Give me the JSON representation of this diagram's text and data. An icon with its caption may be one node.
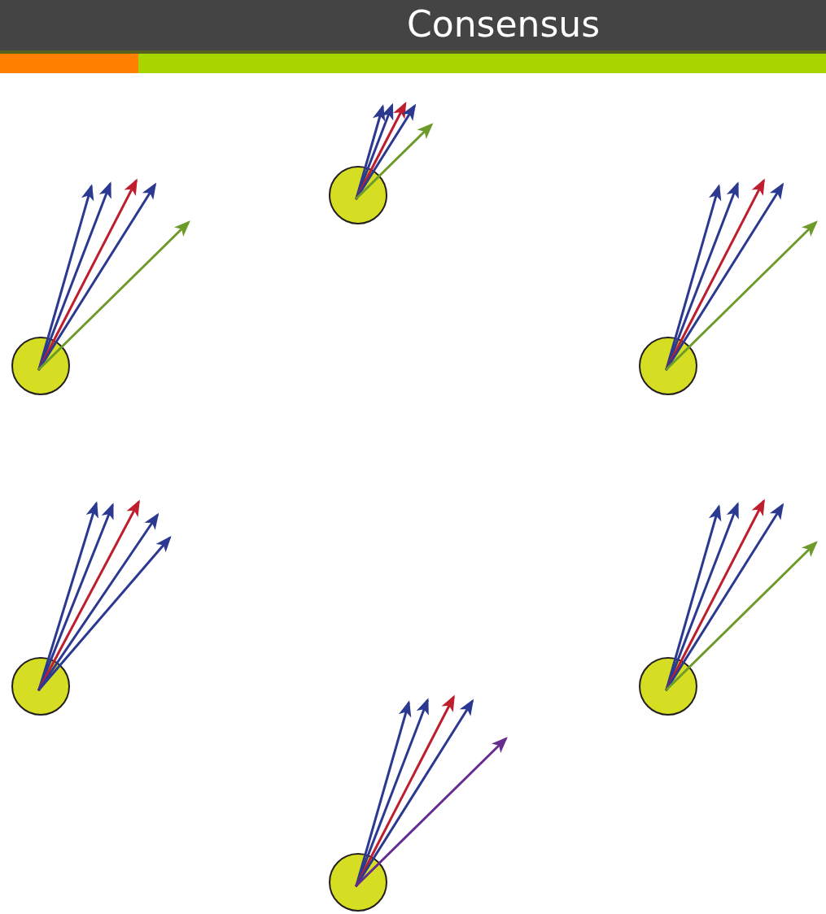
{
  "diagram": {
    "title": "Consensus",
    "nodes": [
      {
        "text": [],
        "shape": "circle"
      },
      {
        "text": [],
        "shape": "circle"
      },
      {
        "text": [],
        "shape": "circle"
      },
      {
        "text": [],
        "shape": "circle"
      },
      {
        "text": [],
        "shape": "circle"
      },
      {
        "text": [],
        "shape": "circle"
      }
    ],
    "edges": [
      {
        "from": 0,
        "to": null,
        "arrow": "to"
      },
      {
        "from": 0,
        "to": null,
        "arrow": "to"
      },
      {
        "from": 0,
        "to": null,
        "arrow": "to",
        "color": "#be1e2d"
      },
      {
        "from": 0,
        "to": null,
        "arrow": "to"
      },
      {
        "from": 0,
        "to": null,
        "arrow": "to",
        "color": "#6d9b2a"
      },
      {
        "from": 1,
        "to": null,
        "arrow": "to"
      },
      {
        "from": 1,
        "to": null,
        "arrow": "to"
      },
      {
        "from": 1,
        "to": null,
        "arrow": "to",
        "color": "#be1e2d"
      },
      {
        "from": 1,
        "to": null,
        "arrow": "to"
      },
      {
        "from": 1,
        "to": null,
        "arrow": "to",
        "color": "#6d9b2a"
      },
      {
        "from": 2,
        "to": null,
        "arrow": "to"
      },
      {
        "from": 2,
        "to": null,
        "arrow": "to"
      },
      {
        "from": 2,
        "to": null,
        "arrow": "to",
        "color": "#be1e2d"
      },
      {
        "from": 2,
        "to": null,
        "arrow": "to"
      },
      {
        "from": 2,
        "to": null,
        "arrow": "to",
        "color": "#6d9b2a"
      },
      {
        "from": 3,
        "to": null,
        "arrow": "to"
      },
      {
        "from": 3,
        "to": null,
        "arrow": "to"
      },
      {
        "from": 3,
        "to": null,
        "arrow": "to",
        "color": "#be1e2d"
      },
      {
        "from": 3,
        "to": null,
        "arrow": "to"
      },
      {
        "from": 3,
        "to": null,
        "arrow": "to"
      },
      {
        "from": 4,
        "to": null,
        "arrow": "to"
      },
      {
        "from": 4,
        "to": null,
        "arrow": "to"
      },
      {
        "from": 4,
        "to": null,
        "arrow": "to",
        "color": "#be1e2d"
      },
      {
        "from": 4,
        "to": null,
        "arrow": "to"
      },
      {
        "from": 4,
        "to": null,
        "arrow": "to",
        "color": "#6d9b2a"
      },
      {
        "from": 5,
        "to": null,
        "arrow": "to"
      },
      {
        "from": 5,
        "to": null,
        "arrow": "to"
      },
      {
        "from": 5,
        "to": null,
        "arrow": "to",
        "color": "#be1e2d"
      },
      {
        "from": 5,
        "to": null,
        "arrow": "to"
      },
      {
        "from": 5,
        "to": null,
        "arrow": "to",
        "color": "#662d91"
      }
    ]
  }
}
